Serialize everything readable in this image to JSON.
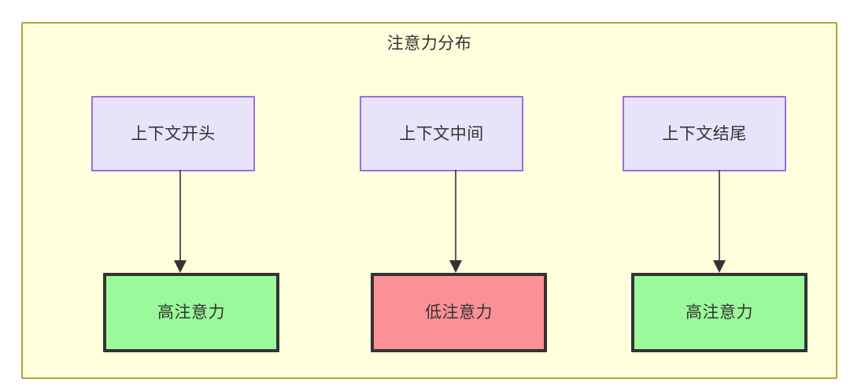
{
  "diagram": {
    "title": "注意力分布",
    "container": {
      "background_color": "#ffffdd",
      "border_color": "#aaaa33"
    },
    "context_nodes": [
      {
        "id": "ctx-start",
        "label": "上下文开头",
        "fill": "#e8e3fb",
        "stroke": "#9a6ee0"
      },
      {
        "id": "ctx-middle",
        "label": "上下文中间",
        "fill": "#e8e3fb",
        "stroke": "#9a6ee0"
      },
      {
        "id": "ctx-end",
        "label": "上下文结尾",
        "fill": "#e8e3fb",
        "stroke": "#9a6ee0"
      }
    ],
    "attention_nodes": [
      {
        "id": "attn-start",
        "label": "高注意力",
        "fill": "#9bf99b",
        "stroke": "#333333"
      },
      {
        "id": "attn-middle",
        "label": "低注意力",
        "fill": "#fb9196",
        "stroke": "#333333"
      },
      {
        "id": "attn-end",
        "label": "高注意力",
        "fill": "#9bf99b",
        "stroke": "#333333"
      }
    ],
    "edges": [
      {
        "id": "edge-start",
        "from": "ctx-start",
        "to": "attn-start",
        "label": ""
      },
      {
        "id": "edge-middle",
        "from": "ctx-middle",
        "to": "attn-middle",
        "label": ""
      },
      {
        "id": "edge-end",
        "from": "ctx-end",
        "to": "attn-end",
        "label": ""
      }
    ]
  }
}
